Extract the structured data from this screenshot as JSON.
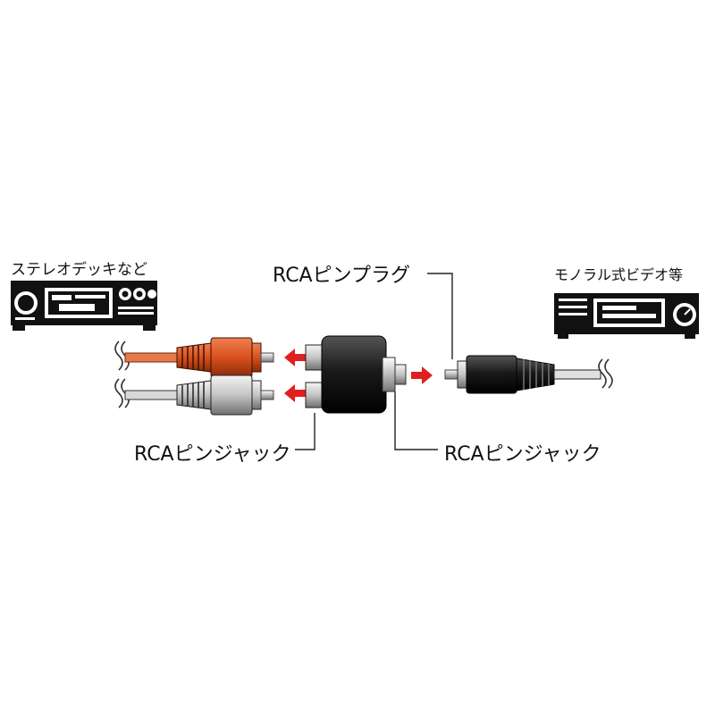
{
  "labels": {
    "stereo_deck": "ステレオデッキなど",
    "mono_video": "モノラル式ビデオ等",
    "rca_plug": "RCAピンプラグ",
    "rca_jack_left": "RCAピンジャック",
    "rca_jack_right": "RCAピンジャック"
  },
  "colors": {
    "red_plug": "#d8501e",
    "red_cable": "#e87a4a",
    "white_plug": "#c8c8c8",
    "arrow": "#e02020",
    "adapter": "#111111"
  },
  "icons": [
    "stereo-deck-icon",
    "mono-video-deck-icon"
  ]
}
